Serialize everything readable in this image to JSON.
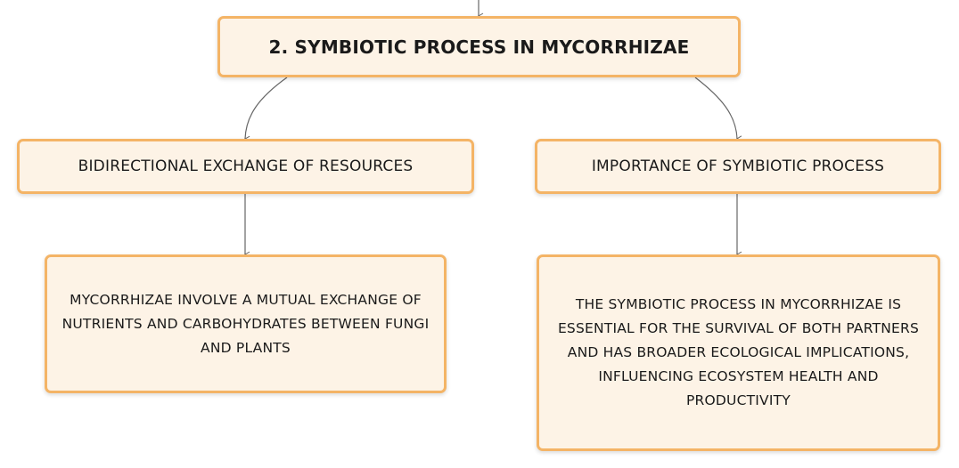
{
  "diagram": {
    "root": {
      "label": "2. SYMBIOTIC PROCESS IN MYCORRHIZAE"
    },
    "branches": [
      {
        "label": "BIDIRECTIONAL EXCHANGE OF RESOURCES",
        "detail": "MYCORRHIZAE INVOLVE A MUTUAL EXCHANGE OF NUTRIENTS AND CARBOHYDRATES BETWEEN FUNGI AND PLANTS"
      },
      {
        "label": "IMPORTANCE OF SYMBIOTIC PROCESS",
        "detail": "THE SYMBIOTIC PROCESS IN MYCORRHIZAE IS ESSENTIAL FOR THE SURVIVAL OF BOTH PARTNERS AND HAS BROADER ECOLOGICAL IMPLICATIONS, INFLUENCING ECOSYSTEM HEALTH AND PRODUCTIVITY"
      }
    ],
    "colors": {
      "node_fill": "#fdf3e6",
      "node_border": "#f4b466",
      "connector": "#666666"
    }
  }
}
